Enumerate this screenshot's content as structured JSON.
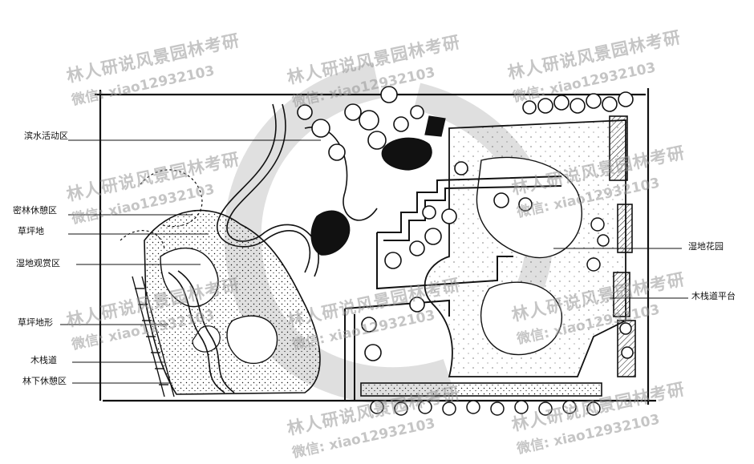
{
  "plan": {
    "labels_left": [
      "滨水活动区",
      "密林休憩区",
      "草坪地",
      "湿地观赏区",
      "草坪地形",
      "木栈道",
      "林下休憩区"
    ],
    "labels_right": [
      "湿地花园",
      "木栈道平台"
    ]
  },
  "watermark": {
    "line1": "林人研说风景园林考研",
    "line2_prefix": "微信:",
    "line2_id": "xiao12932103"
  },
  "colors": {
    "ink": "#111111",
    "watermark": "#9a9a9a"
  }
}
